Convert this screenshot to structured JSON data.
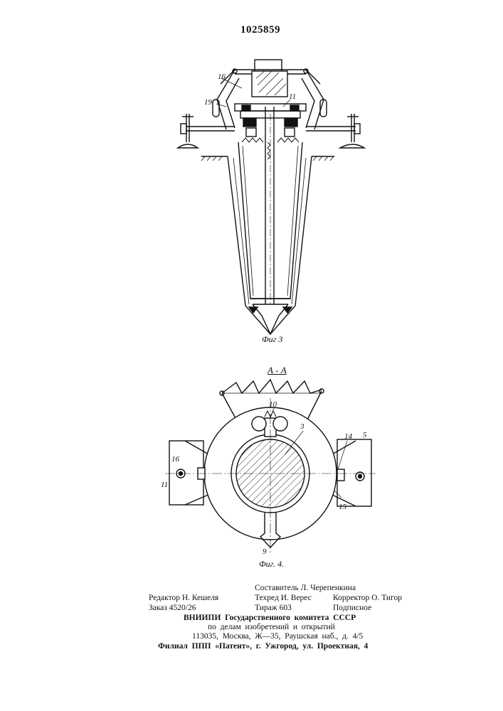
{
  "header": {
    "patent_number": "1025859"
  },
  "figure3": {
    "caption": "Фиг 3",
    "labels": {
      "l16": "16",
      "l19": "19",
      "l11": "11"
    }
  },
  "figure4": {
    "section_label": "А - А",
    "caption": "Фиг. 4.",
    "labels": {
      "l10": "10",
      "l3": "3",
      "l14": "14",
      "l5": "5",
      "l16": "16",
      "l11": "11",
      "l15": "15",
      "l9": "9"
    }
  },
  "colophon": {
    "compiler": "Составитель Л. Черепенкина",
    "editor": "Редактор Н. Кешеля",
    "techred": "Техред И. Верес",
    "corrector": "Корректор О. Тигор",
    "order": "Заказ 4520/26",
    "circulation": "Тираж 603",
    "subscription": "Подписное",
    "org_line1": "ВНИИПИ  Государственного  комитета  СССР",
    "org_line2": "по  делам  изобретений  и  открытий",
    "address": "113035,  Москва,  Ж—35,  Раушская  наб.,  д.  4/5",
    "branch": "Филиал  ППП  «Патент»,  г.  Ужгород,  ул.  Проектная,  4"
  }
}
